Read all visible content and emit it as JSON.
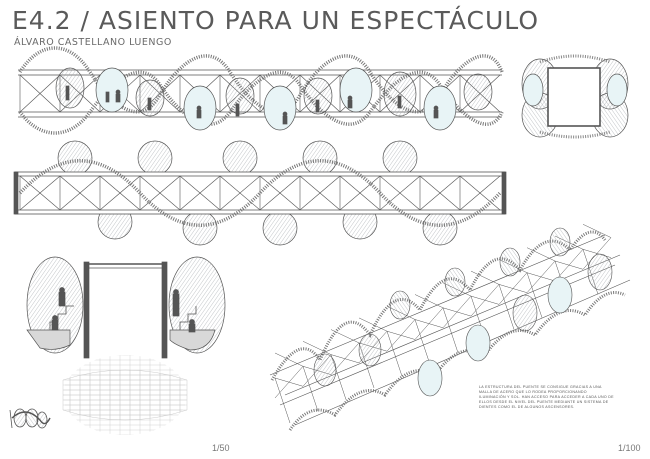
{
  "sheet": {
    "title": "E4.2 / ASIENTO PARA UN ESPECTÁCULO",
    "author": "ÁLVARO CASTELLANO LUENGO",
    "description": "La estructura del puente se consigue gracias a una malla de acero que lo rodea proporcionando iluminación y sol. Han acceso para acceder a cada uno de ellos desde el nivel del puente mediante un sistema de dientes como el de algunos ascensores.",
    "scale_left": "1/50",
    "scale_right": "1/100"
  },
  "colors": {
    "line": "#555555",
    "capsule_fill": "#e8f4f6",
    "hatch": "#9aa0a4",
    "text": "#5a5a5a"
  },
  "drawings": [
    "elevation-view",
    "side-section-view",
    "plan-view",
    "section-detail-view",
    "axonometric-view",
    "key-icon"
  ]
}
